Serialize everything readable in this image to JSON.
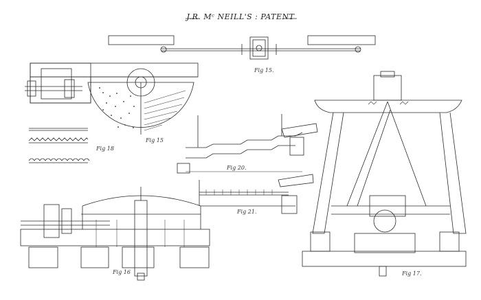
{
  "title": "J.R. Mᶜ NEILL'S : PATENT",
  "figures": {
    "fig15": "Fig 15.",
    "fig15b": "Fig 15",
    "fig16": "Fig 16",
    "fig17": "Fig 17.",
    "fig18": "Fig 18",
    "fig20": "Fig 20.",
    "fig21": "Fig 21."
  }
}
